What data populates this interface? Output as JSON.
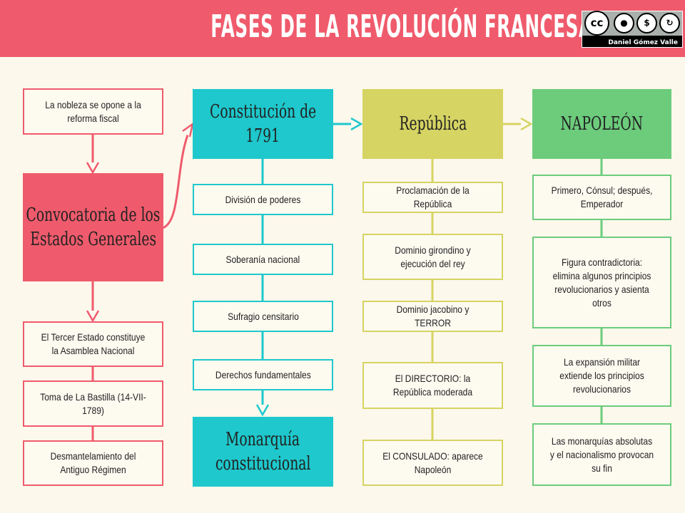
{
  "title": "FASES DE LA REVOLUCIÓN FRANCESA",
  "license": {
    "badge": "cc",
    "author": "Daniel Gómez Valle"
  },
  "columns": [
    {
      "color": "#ef5b6c",
      "top": "La nobleza se opone a la reforma fiscal",
      "header": [
        "Convocatoria de los",
        "Estados Generales"
      ],
      "items": [
        "El Tercer Estado constituye la Asamblea Nacional",
        "Toma de La Bastilla (14-VII-1789)",
        "Desmantelamiento del Antiguo Régimen"
      ]
    },
    {
      "color": "#1ec8cc",
      "header": [
        "Constitución de",
        "1791"
      ],
      "items": [
        "División de poderes",
        "Soberanía nacional",
        "Sufragio censitario",
        "Derechos fundamentales"
      ],
      "footer": [
        "Monarquía",
        "constitucional"
      ]
    },
    {
      "color": "#d6d463",
      "header": "República",
      "items": [
        "Proclamación de la República",
        "Dominio girondino y ejecución del rey",
        "Dominio jacobino y TERROR",
        "El DIRECTORIO: la República moderada",
        "El CONSULADO: aparece Napoleón"
      ]
    },
    {
      "color": "#6ccc7c",
      "header": "NAPOLEÓN",
      "items": [
        "Primero, Cónsul; después, Emperador",
        "Figura contradictoria: elimina algunos principios revolucionarios y asienta otros",
        "La expansión militar extiende los principios revolucionarios",
        "Las monarquías absolutas y el nacionalismo provocan su fin"
      ]
    }
  ]
}
